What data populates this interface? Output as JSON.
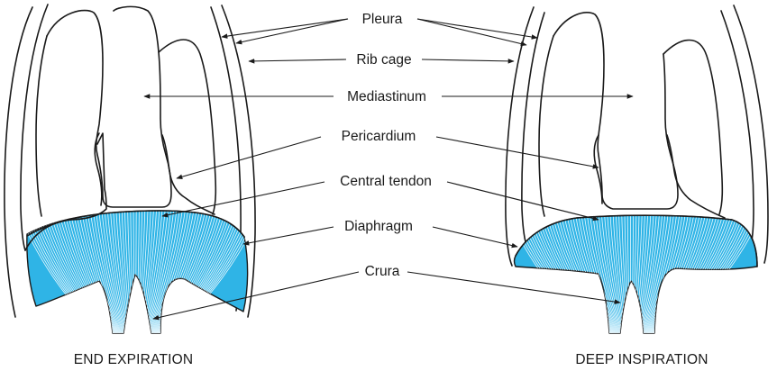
{
  "labels": {
    "pleura": "Pleura",
    "rib_cage": "Rib cage",
    "mediastinum": "Mediastinum",
    "pericardium": "Pericardium",
    "central_tendon": "Central tendon",
    "diaphragm": "Diaphragm",
    "crura": "Crura"
  },
  "captions": {
    "left": "END EXPIRATION",
    "right": "DEEP INSPIRATION"
  },
  "colors": {
    "muscle_fill": "#2fb4e6",
    "muscle_fiber": "#e9f7fd",
    "outline": "#1a1a1a",
    "background": "#ffffff"
  }
}
